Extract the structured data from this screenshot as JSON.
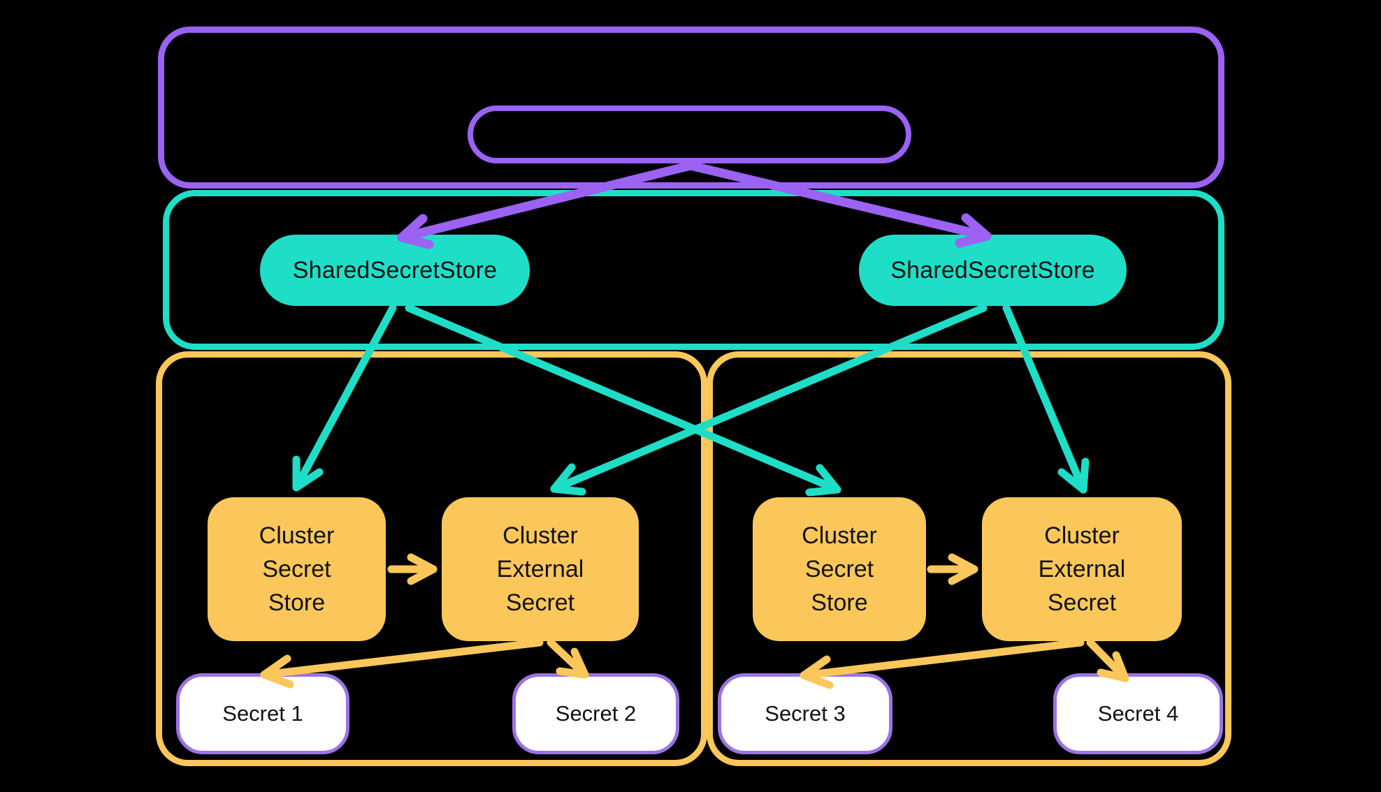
{
  "colors": {
    "background": "#000000",
    "purple": "#9b62f3",
    "purple_light": "#9d72e6",
    "teal": "#1fdec8",
    "orange": "#fbc75a",
    "white": "#ffffff",
    "text_dark": "#121212"
  },
  "pills": {
    "left": {
      "label": "SharedSecretStore"
    },
    "right": {
      "label": "SharedSecretStore"
    }
  },
  "clusters": [
    {
      "store": [
        "Cluster",
        "Secret",
        "Store"
      ],
      "external": [
        "Cluster",
        "External",
        "Secret"
      ],
      "secrets": [
        {
          "label": "Secret 1"
        },
        {
          "label": "Secret 2"
        }
      ]
    },
    {
      "store": [
        "Cluster",
        "Secret",
        "Store"
      ],
      "external": [
        "Cluster",
        "External",
        "Secret"
      ],
      "secrets": [
        {
          "label": "Secret 3"
        },
        {
          "label": "Secret 4"
        }
      ]
    }
  ]
}
